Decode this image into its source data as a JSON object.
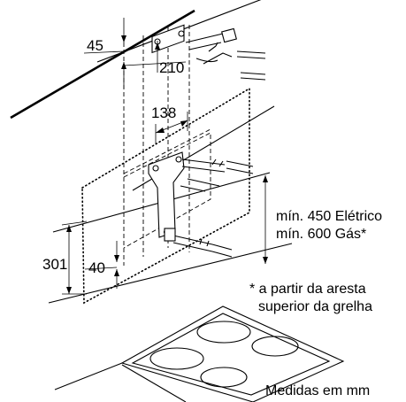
{
  "dimensions": {
    "d45": "45",
    "d210": "210",
    "d138": "138",
    "d301": "301",
    "d40": "40"
  },
  "notes": {
    "min_electric": "mín. 450 Elétrico",
    "min_gas": "mín. 600 Gás*",
    "footnote_line1": "* a partir da aresta",
    "footnote_line2": "superior da grelha",
    "units": "Medidas em mm"
  }
}
